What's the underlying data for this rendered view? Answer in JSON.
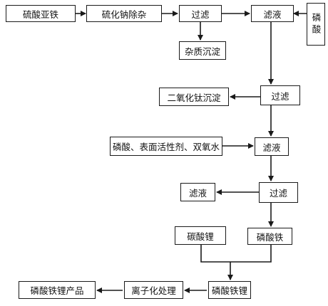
{
  "nodes": {
    "ferrous_sulfate": "硫酸亚铁",
    "sodium_sulfide_purify": "硫化钠除杂",
    "filter_1": "过滤",
    "impurity_precipitate": "杂质沉淀",
    "filtrate_1": "滤液",
    "phosphoric_acid": "磷酸",
    "filter_2": "过滤",
    "titanium_dioxide_precipitate": "二氧化钛沉淀",
    "reagents": "磷酸、表面活性剂、双氧水",
    "filtrate_2": "滤液",
    "filter_3": "过滤",
    "filtrate_3": "滤液",
    "lithium_carbonate": "碳酸锂",
    "iron_phosphate": "磷酸铁",
    "lithium_iron_phosphate": "磷酸铁锂",
    "ionization_treatment": "离子化处理",
    "lithium_iron_phosphate_product": "磷酸铁锂产品"
  },
  "colors": {
    "line": "#1a1a1a",
    "text": "#111111"
  }
}
